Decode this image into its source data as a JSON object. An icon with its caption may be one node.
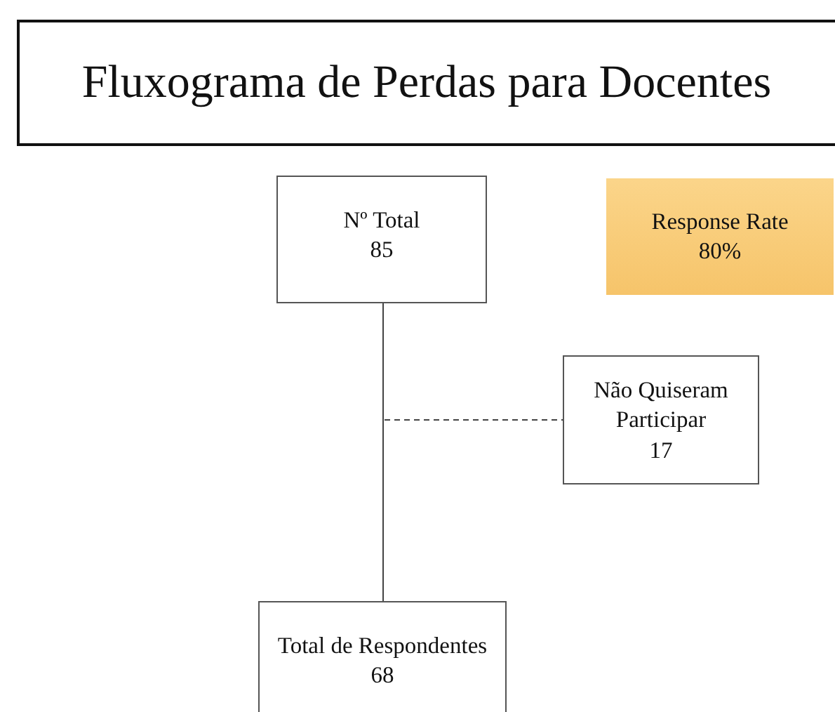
{
  "diagram": {
    "title": "Fluxograma de Perdas para Docentes",
    "nodes": [
      {
        "text": [
          "Nº Total",
          "85"
        ]
      },
      {
        "text": [
          "Response Rate",
          "80%"
        ]
      },
      {
        "text": [
          "Não Quiseram Participar",
          "17"
        ]
      },
      {
        "text": [
          "Total de Respondentes",
          "68"
        ]
      }
    ],
    "edges": [
      {
        "from": 0,
        "to": 3,
        "arrow": "none"
      },
      {
        "from": 0,
        "to": 2,
        "arrow": "none",
        "style": "dashed"
      }
    ]
  }
}
